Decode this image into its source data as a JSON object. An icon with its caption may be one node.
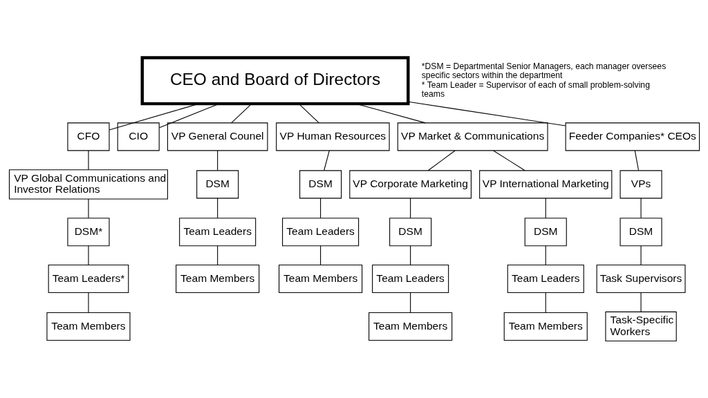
{
  "diagram": {
    "nodes": [
      {
        "text": [
          "CEO and Board of Directors"
        ]
      },
      {
        "text": [
          "CFO"
        ]
      },
      {
        "text": [
          "CIO"
        ]
      },
      {
        "text": [
          "VP General Counel"
        ]
      },
      {
        "text": [
          "VP Human Resources"
        ]
      },
      {
        "text": [
          "VP Market & Communications"
        ]
      },
      {
        "text": [
          "Feeder Companies* CEOs"
        ]
      },
      {
        "text": [
          "VP Global Communications and Investor Relations"
        ]
      },
      {
        "text": [
          "DSM*"
        ]
      },
      {
        "text": [
          "Team Leaders*"
        ]
      },
      {
        "text": [
          "Team Members"
        ]
      },
      {
        "text": [
          "DSM"
        ]
      },
      {
        "text": [
          "Team Leaders"
        ]
      },
      {
        "text": [
          "Team Members"
        ]
      },
      {
        "text": [
          "DSM"
        ]
      },
      {
        "text": [
          "Team Leaders"
        ]
      },
      {
        "text": [
          "Team Members"
        ]
      },
      {
        "text": [
          "VP Corporate Marketing"
        ]
      },
      {
        "text": [
          "VP International Marketing"
        ]
      },
      {
        "text": [
          "DSM"
        ]
      },
      {
        "text": [
          "Team Leaders"
        ]
      },
      {
        "text": [
          "Team Members"
        ]
      },
      {
        "text": [
          "DSM"
        ]
      },
      {
        "text": [
          "Team Leaders"
        ]
      },
      {
        "text": [
          "Team Members"
        ]
      },
      {
        "text": [
          "VPs"
        ]
      },
      {
        "text": [
          "DSM"
        ]
      },
      {
        "text": [
          "Task Supervisors"
        ]
      },
      {
        "text": [
          "Task-Specific Workers"
        ]
      }
    ],
    "edges": [
      {
        "from": 0,
        "to": 1,
        "arrow": "none"
      },
      {
        "from": 0,
        "to": 2,
        "arrow": "none"
      },
      {
        "from": 0,
        "to": 3,
        "arrow": "none"
      },
      {
        "from": 0,
        "to": 4,
        "arrow": "none"
      },
      {
        "from": 0,
        "to": 5,
        "arrow": "none"
      },
      {
        "from": 0,
        "to": 6,
        "arrow": "none"
      },
      {
        "from": 1,
        "to": 7,
        "arrow": "none"
      },
      {
        "from": 7,
        "to": 8,
        "arrow": "none"
      },
      {
        "from": 8,
        "to": 9,
        "arrow": "none"
      },
      {
        "from": 9,
        "to": 10,
        "arrow": "none"
      },
      {
        "from": 3,
        "to": 11,
        "arrow": "none"
      },
      {
        "from": 11,
        "to": 12,
        "arrow": "none"
      },
      {
        "from": 12,
        "to": 13,
        "arrow": "none"
      },
      {
        "from": 4,
        "to": 14,
        "arrow": "none"
      },
      {
        "from": 14,
        "to": 15,
        "arrow": "none"
      },
      {
        "from": 15,
        "to": 16,
        "arrow": "none"
      },
      {
        "from": 5,
        "to": 17,
        "arrow": "none"
      },
      {
        "from": 5,
        "to": 18,
        "arrow": "none"
      },
      {
        "from": 17,
        "to": 19,
        "arrow": "none"
      },
      {
        "from": 19,
        "to": 20,
        "arrow": "none"
      },
      {
        "from": 20,
        "to": 21,
        "arrow": "none"
      },
      {
        "from": 18,
        "to": 22,
        "arrow": "none"
      },
      {
        "from": 22,
        "to": 23,
        "arrow": "none"
      },
      {
        "from": 23,
        "to": 24,
        "arrow": "none"
      },
      {
        "from": 6,
        "to": 25,
        "arrow": "none"
      },
      {
        "from": 25,
        "to": 26,
        "arrow": "none"
      },
      {
        "from": 26,
        "to": 27,
        "arrow": "none"
      },
      {
        "from": 27,
        "to": 28,
        "arrow": "none"
      }
    ],
    "labels": [
      "*DSM = Departmental Senior Managers, each manager oversees specific sectors within the department",
      "* Team Leader = Supervisor of each of small problem-solving teams"
    ]
  }
}
